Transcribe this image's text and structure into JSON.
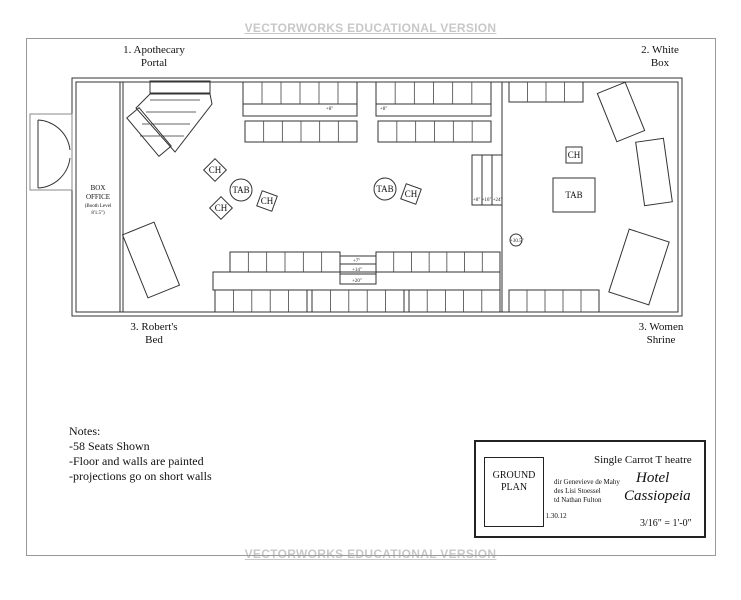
{
  "watermark": "VECTORWORKS EDUCATIONAL VERSION",
  "zones": {
    "z1a": "1. Apothecary",
    "z1b": "Portal",
    "z2a": "2. White",
    "z2b": "Box",
    "z3a": "3. Robert's",
    "z3b": "Bed",
    "z4a": "3. Women",
    "z4b": "Shrine"
  },
  "box_office": {
    "l1": "BOX",
    "l2": "OFFICE",
    "l3": "(Booth Level",
    "l4": "8'1.5\")"
  },
  "furniture": {
    "ch": "CH",
    "tab": "TAB"
  },
  "dims": {
    "d8": "+8\"",
    "d7": "+7\"",
    "d14": "+14\"",
    "d20": "+20\"",
    "d24": "+8\" +16\" +24\"",
    "d305": "+30.5\""
  },
  "notes": {
    "title": "Notes:",
    "items": [
      "-58 Seats Shown",
      "-Floor and walls are painted",
      "-projections go on short walls"
    ]
  },
  "title_block": {
    "plan1": "GROUND",
    "plan2": "PLAN",
    "date": "1.30.12",
    "company": "Single Carrot T heatre",
    "show1": "Hotel",
    "show2": "Cassiopeia",
    "dir": "dir   Genevieve de Mahy",
    "des": "des  Lisi Stoessel",
    "td": "td    Nathan Fulton",
    "scale": "3/16\" = 1'-0\""
  }
}
